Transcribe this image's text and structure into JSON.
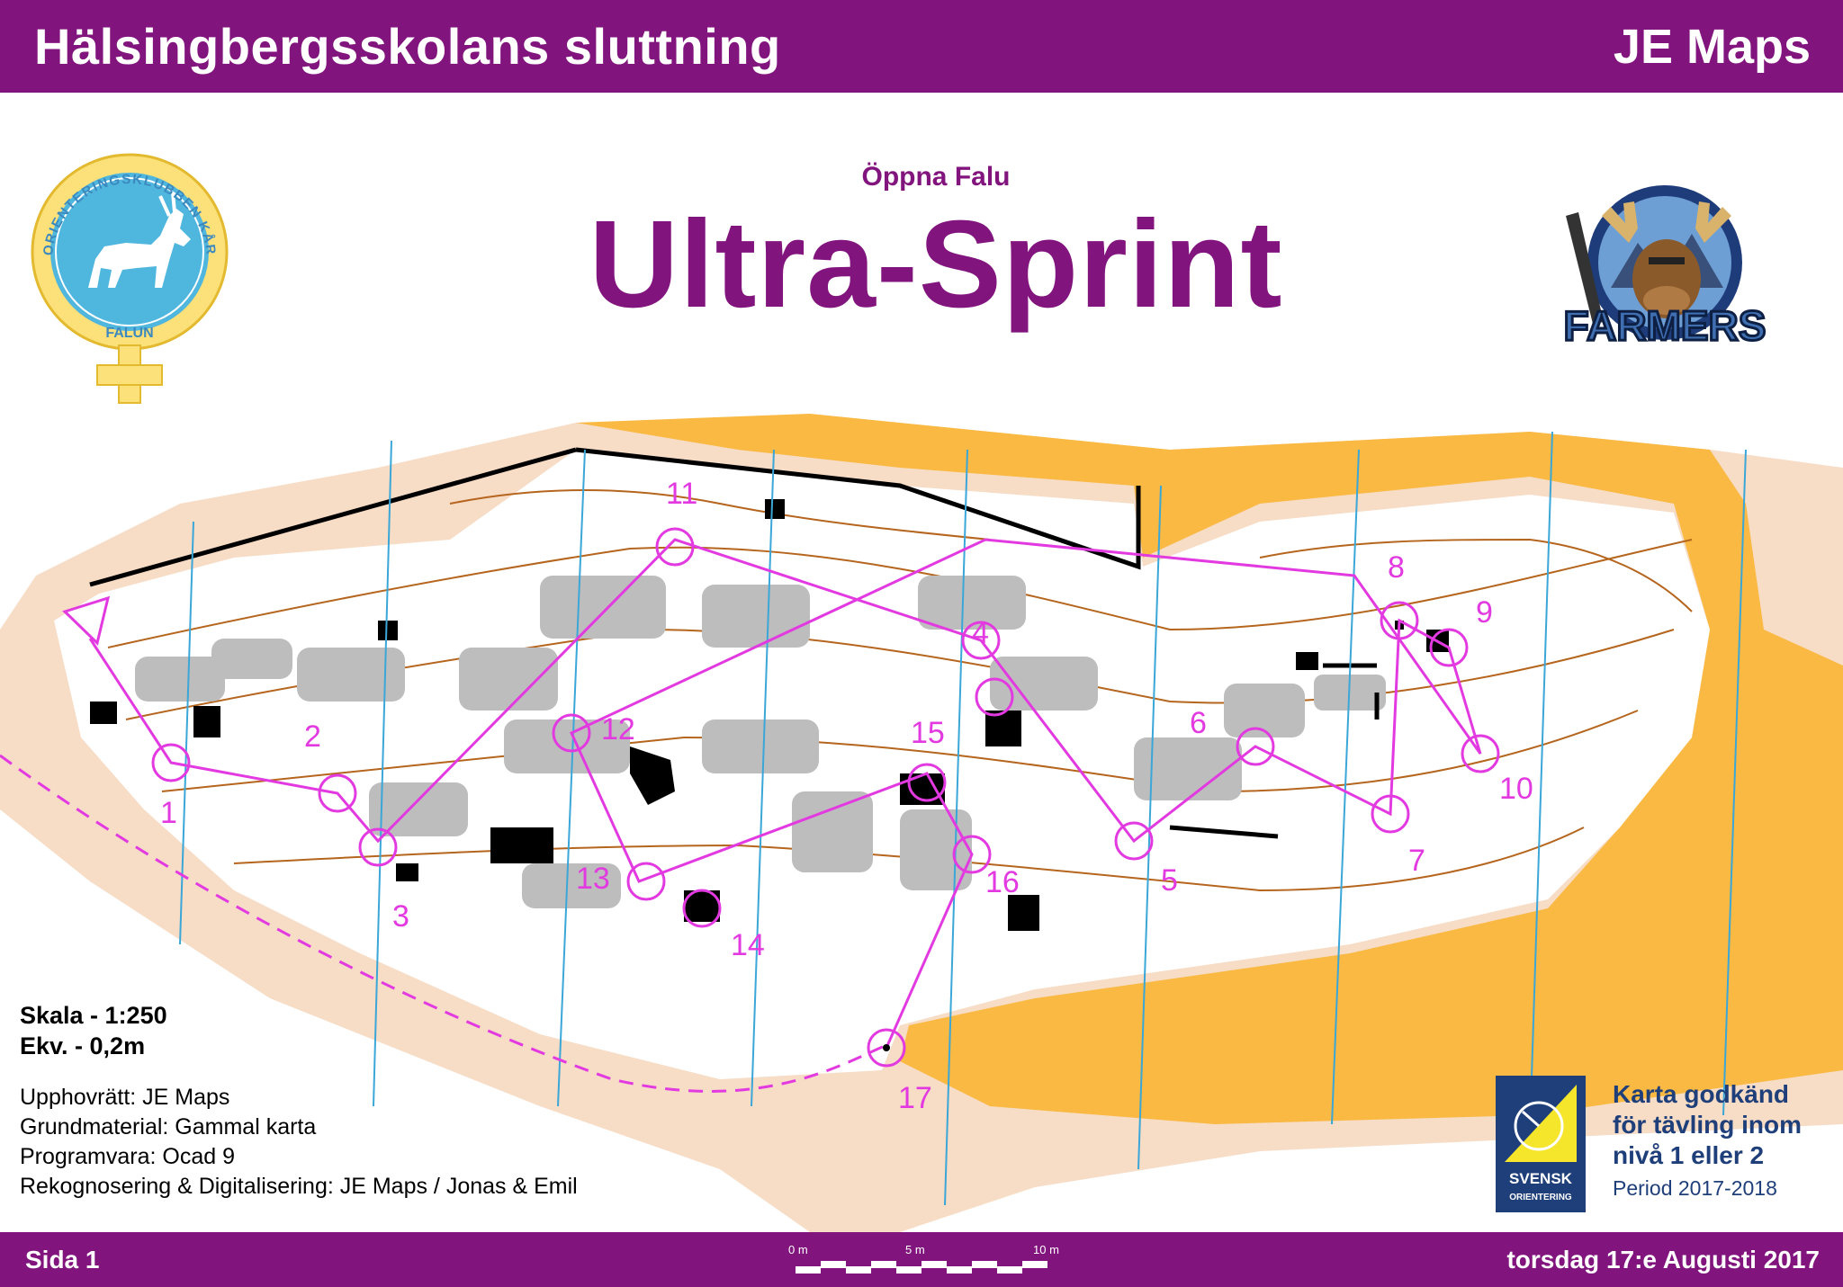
{
  "header": {
    "map_name": "Hälsingbergsskolans sluttning",
    "publisher": "JE Maps"
  },
  "event": {
    "series": "Öppna Falu",
    "title": "Ultra-Sprint"
  },
  "logos": {
    "left_ring_text": "ORIENTERINGSKLUBBEN KÅRE",
    "left_bottom_text": "FALUN",
    "right_team": "FARMERS",
    "federation_line1": "SVENSK",
    "federation_line2": "ORIENTERING"
  },
  "legend": {
    "scale": "Skala - 1:250",
    "contour": "Ekv. - 0,2m"
  },
  "credits": {
    "copyright": "Upphovrätt: JE Maps",
    "base": "Grundmaterial: Gammal karta",
    "software": "Programvara: Ocad 9",
    "survey": "Rekognosering & Digitalisering: JE Maps / Jonas & Emil"
  },
  "approval": {
    "line1": "Karta godkänd",
    "line2": "för tävling inom",
    "line3": "nivå 1 eller 2",
    "period": "Period 2017-2018"
  },
  "footer": {
    "page": "Sida 1",
    "date": "torsdag 17:e Augusti 2017",
    "scale_0": "0 m",
    "scale_5": "5 m",
    "scale_10": "10 m"
  },
  "controls": [
    "1",
    "2",
    "3",
    "4",
    "5",
    "6",
    "7",
    "8",
    "9",
    "10",
    "11",
    "12",
    "13",
    "14",
    "15",
    "16",
    "17"
  ],
  "colors": {
    "brand_purple": "#82147e",
    "course_magenta": "#e23ae0",
    "paved_area": "#f7dcc6",
    "open_land": "#f9b943",
    "north_lines": "#3aa7d8",
    "contours": "#b5651d",
    "rock": "#bdbdbd",
    "text_navy": "#1f3f7a"
  }
}
